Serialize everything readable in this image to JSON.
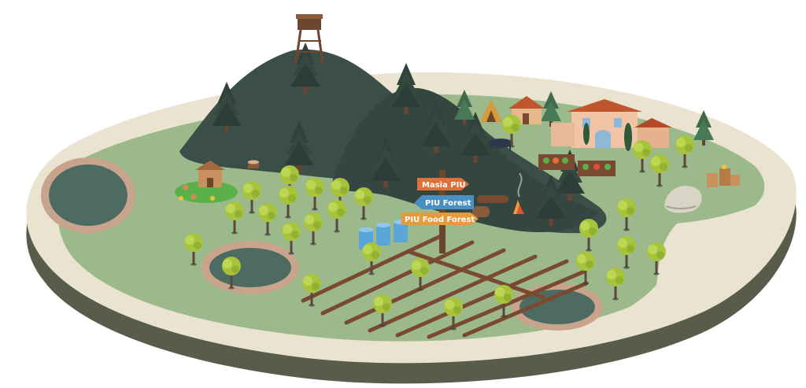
{
  "signpost": {
    "sign_1": "Masia PIU",
    "sign_2": "PIU Forest",
    "sign_3": "PIU Food Forest"
  },
  "colors": {
    "grass": "#9bb98a",
    "sand": "#e9e3cf",
    "mountain": "#3b4e47",
    "pond": "#4e6b62",
    "soil_ring": "#c9a48c",
    "sign_orange": "#e0703a",
    "sign_blue": "#4a8fc4",
    "sign_amber": "#e59a3c",
    "log_brown": "#7a4a30"
  },
  "icons": {
    "watch_tower": "watch-tower-icon",
    "chicken_coop": "chicken-coop-icon",
    "campfire": "campfire-icon",
    "yurt": "yurt-icon",
    "farmhouse": "farmhouse-icon",
    "trampoline": "trampoline-icon",
    "water_tanks": "water-tank-icon",
    "beehives": "beehive-icon",
    "boulder": "boulder-icon"
  }
}
